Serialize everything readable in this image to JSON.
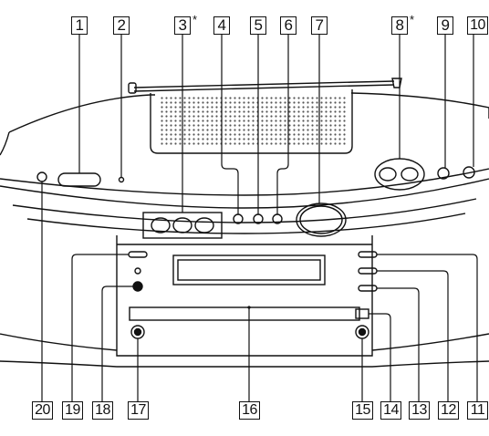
{
  "callouts": [
    "1",
    "2",
    "3",
    "4",
    "5",
    "6",
    "7",
    "8",
    "9",
    "10",
    "11",
    "12",
    "13",
    "14",
    "15",
    "16",
    "17",
    "18",
    "19",
    "20"
  ],
  "asterisks": [
    "*",
    "*"
  ],
  "colors": {
    "ink": "#111111",
    "background": "#ffffff",
    "speaker_dots": "#555555"
  }
}
